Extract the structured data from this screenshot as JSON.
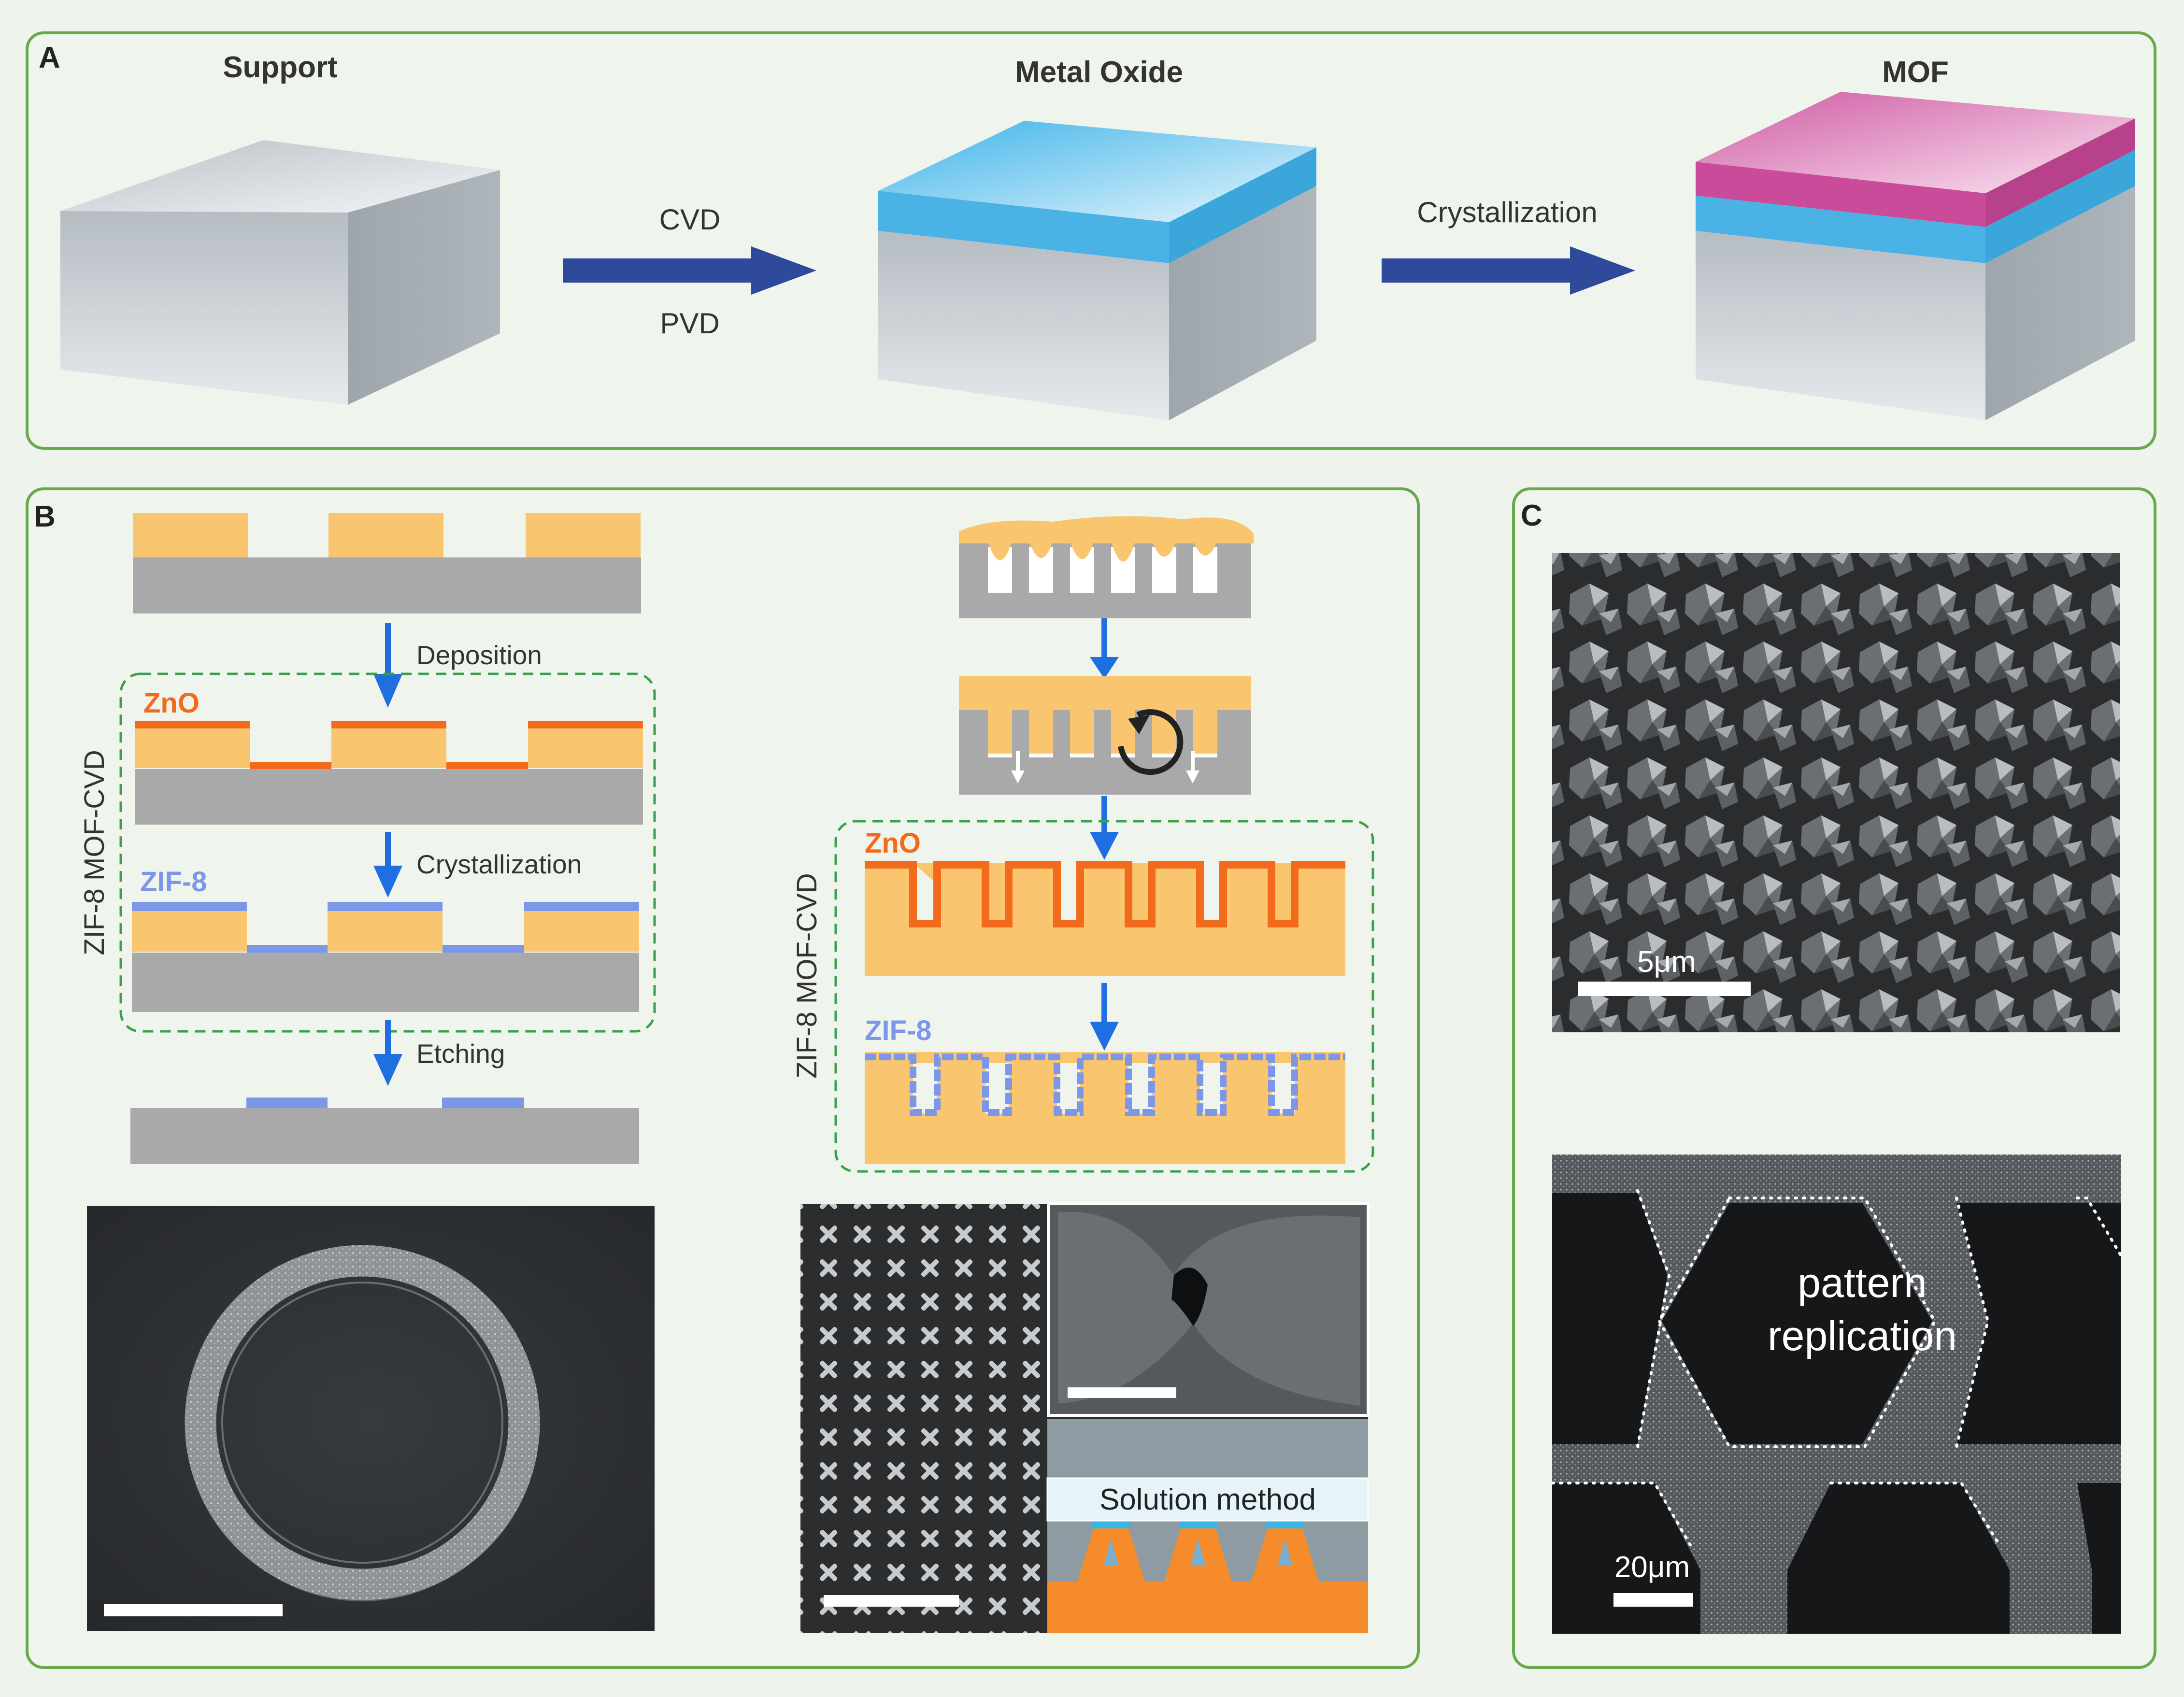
{
  "panel_a": {
    "letter": "A",
    "stage_support": "Support",
    "stage_oxide": "Metal Oxide",
    "stage_mof": "MOF",
    "arrow1_top": "CVD",
    "arrow1_bottom": "PVD",
    "arrow2_top": "Crystallization"
  },
  "panel_b": {
    "letter": "B",
    "step_deposition": "Deposition",
    "step_crystallization": "Crystallization",
    "step_etching": "Etching",
    "left_zno": "ZnO",
    "left_zif": "ZIF-8",
    "left_group": "ZIF-8 MOF-CVD",
    "right_zno": "ZnO",
    "right_zif": "ZIF-8",
    "right_group": "ZIF-8 MOF-CVD",
    "solution_method": "Solution method"
  },
  "panel_c": {
    "letter": "C",
    "scale_top": "5μm",
    "scale_bottom": "20μm",
    "pattern_line1": "pattern",
    "pattern_line2": "replication"
  },
  "colors": {
    "background": "#eef4ec",
    "panel_border": "#6aa84f",
    "support_gray": "#aab2b8",
    "oxide_blue": "#4db3e6",
    "mof_pink": "#c94b9a",
    "arrow_navy": "#2f4a9a",
    "resist_yellow": "#f9c56f",
    "zno_orange": "#f26a1b",
    "zif_blue": "#7d97e8",
    "step_arrow_blue": "#1f6fe0",
    "dashed_green": "#3aa04a"
  }
}
